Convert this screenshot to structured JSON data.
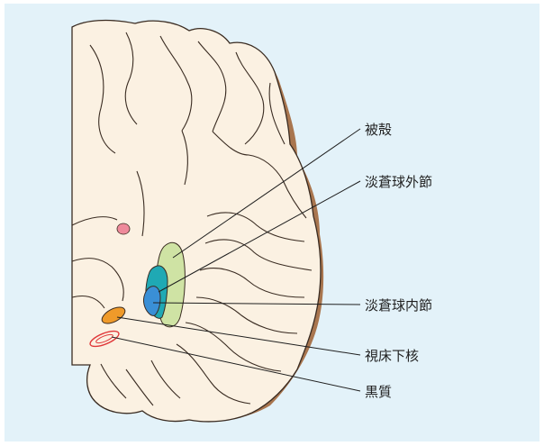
{
  "labels": {
    "putamen": "被殻",
    "gpe": "淡蒼球外節",
    "gpi": "淡蒼球内節",
    "stn": "視床下核",
    "sn": "黒質"
  },
  "colors": {
    "background": "#e3f2f9",
    "brain_fill": "#fbf1e2",
    "cortex_edge": "#a9764f",
    "outline": "#3a2c22",
    "putamen": "#cfe3a4",
    "gpe": "#1fa9b4",
    "gpi": "#3a8fd6",
    "stn": "#ef9a2a",
    "sn": "#e0383a",
    "small_nucleus": "#ee8a9b"
  }
}
